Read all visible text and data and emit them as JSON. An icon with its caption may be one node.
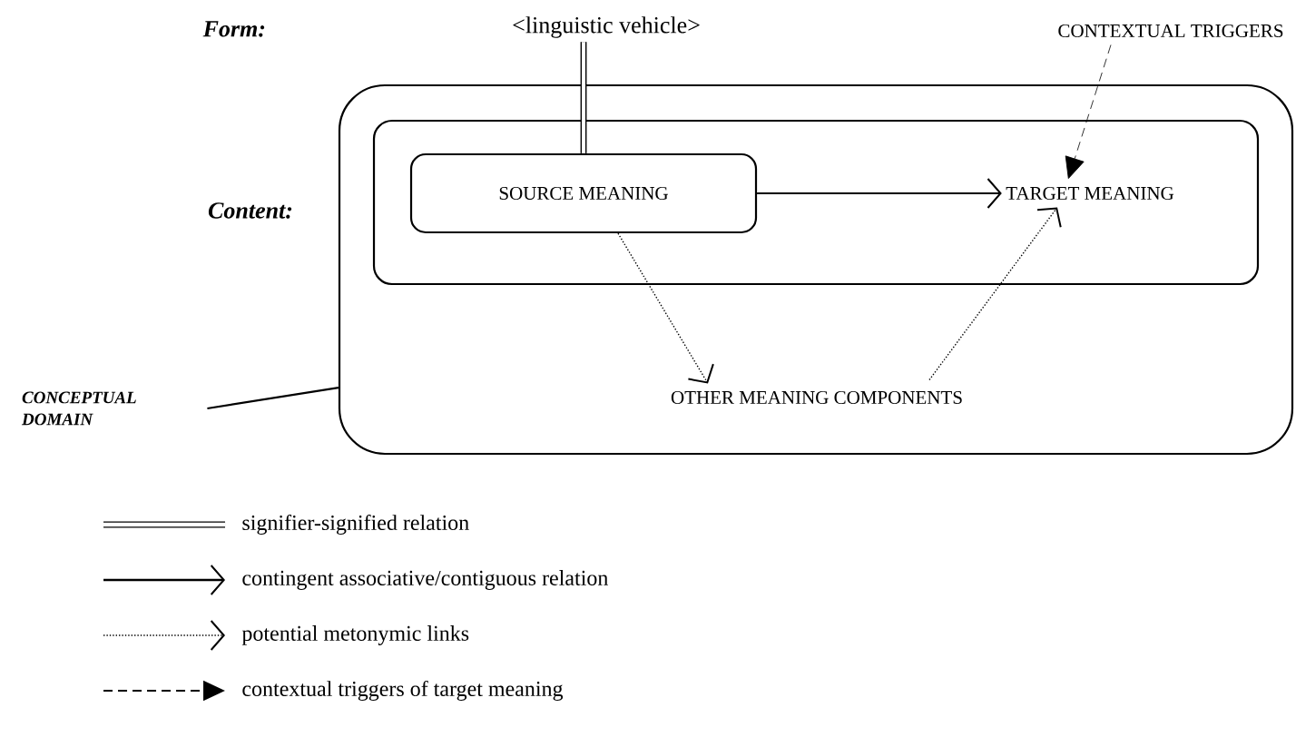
{
  "diagram": {
    "nodes": [
      {
        "text": [],
        "shape": "box"
      },
      {
        "text": [],
        "shape": "box",
        "in": 0
      },
      {
        "text": [
          "SOURCE MEANING"
        ],
        "in": 1
      },
      {
        "text": [
          "TARGET MEANING"
        ],
        "in": 1
      },
      {
        "text": [
          "OTHER MEANING COMPONENTS"
        ],
        "in": 0
      },
      {
        "text": [
          "<linguistic vehicle>"
        ]
      },
      {
        "text": [
          "CONTEXTUAL TRIGGERS"
        ]
      },
      {
        "text": [
          "CONCEPTUAL DOMAIN"
        ]
      }
    ],
    "edges": [
      {
        "from": 5,
        "to": 2,
        "arrow": "none",
        "style": "thick"
      },
      {
        "from": 2,
        "to": 3,
        "arrow": "to"
      },
      {
        "from": 2,
        "to": 4,
        "arrow": "to",
        "style": "dashed"
      },
      {
        "from": 4,
        "to": 3,
        "arrow": "to",
        "style": "dashed"
      },
      {
        "from": 6,
        "to": 3,
        "arrow": "to",
        "style": "dashed"
      },
      {
        "from": 7,
        "to": 0,
        "arrow": "none"
      }
    ],
    "labels": [
      "Form:",
      "Content:"
    ],
    "legend": [
      {
        "text": "signifier-signified relation"
      },
      {
        "text": "contingent associative/contiguous relation"
      },
      {
        "text": "potential metonymic links"
      },
      {
        "text": "contextual triggers of target meaning"
      }
    ]
  }
}
